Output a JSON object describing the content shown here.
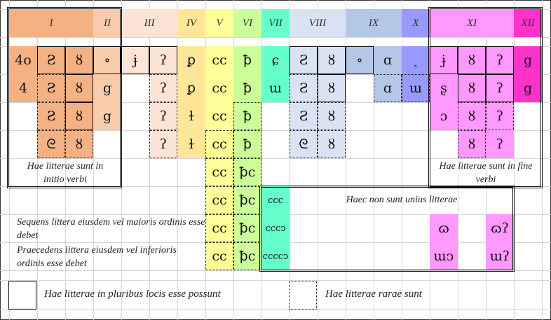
{
  "colors": {
    "I": "#f4b183",
    "II": "#f8cbad",
    "III": "#fce4d6",
    "IV": "#ffe699",
    "V": "#ffff99",
    "VI": "#ccff99",
    "VII": "#66ffcc",
    "VIII": "#dae3f3",
    "IX": "#b4c7e7",
    "X": "#9999ff",
    "XI": "#ff99ff",
    "XII": "#ff33cc"
  },
  "headers": [
    "I",
    "II",
    "III",
    "IV",
    "V",
    "VI",
    "VII",
    "VIII",
    "IX",
    "X",
    "XI",
    "XII"
  ],
  "glyphs": [
    "4o",
    "Ƨ",
    "ȣ",
    "∘",
    "ɉ",
    "ʔ",
    "ꝑ",
    "ϲϲ",
    "ꝥ",
    "ɕ",
    "Ƨ",
    "ȣ",
    "∘",
    "ɑ",
    "ˎ",
    "ɉ",
    "ȣ",
    "ʔ",
    "ց",
    "4",
    "Ƨ",
    "ȣ",
    "ց",
    "ʔ",
    "ꝑ",
    "ϲϲ",
    "ꝥ",
    "ɯ",
    "Ƨ",
    "ȣ",
    "ɑ",
    "ɯ",
    "ʂ",
    "ȣ",
    "ʔ",
    "ց",
    "Ƨ",
    "ȣ",
    "ց",
    "ʔ",
    "ɫ",
    "ϲϲ",
    "ꝥ",
    "Ƨ",
    "ȣ",
    "ɔ",
    "ȣ",
    "ʔ",
    "ᘓ",
    "ȣ",
    "ʔ",
    "ɫ",
    "ϲϲ",
    "ꝥ",
    "ᘓ",
    "ȣ",
    "ȣ",
    "ʔ",
    "ϲϲ",
    "ꝥϲ",
    "ϲϲ",
    "ꝥϲ",
    "ccc",
    "ϲϲ",
    "ꝥϲ",
    "cccↄ",
    "ɷ",
    "ɷʔ",
    "ϲϲ",
    "ꝥϲ",
    "ccccↄ",
    "ɯↄ",
    "ɯʔ"
  ],
  "notes": {
    "initio": "Hae litterae sunt in initio verbi",
    "fine": "Hae litterae sunt in fine verbi",
    "non_unius": "Haec non sunt unius litterae",
    "sequens": "Sequens littera eiusdem vel maioris ordinis esse debet",
    "praecedens": "Praecedens littera eiusdem vel inferioris ordinis esse debet"
  },
  "legend": {
    "solid_label": "Hae litterae in pluribus locis esse possunt",
    "dotted_label": "Hae litterae rarae sunt"
  }
}
